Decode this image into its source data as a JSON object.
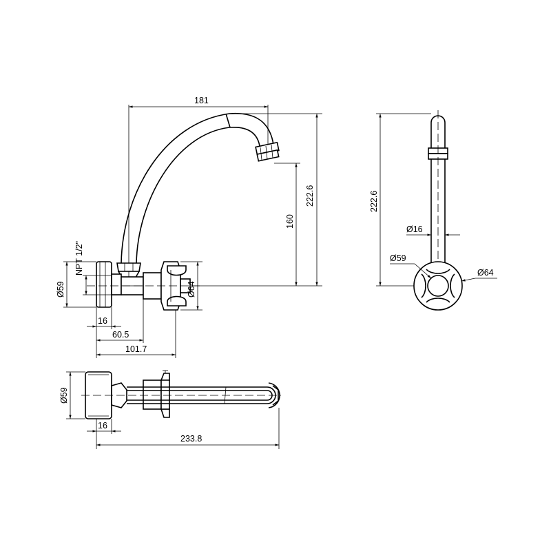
{
  "colors": {
    "ink": "#000000",
    "background": "#ffffff"
  },
  "front_view": {
    "width_181": "181",
    "height_222_6": "222.6",
    "height_160": "160",
    "thread": "NPT 1/2\"",
    "dia_59": "Ø59",
    "dia_64": "Ø64",
    "depth_16": "16",
    "depth_60_5": "60.5",
    "depth_101_7": "101.7"
  },
  "side_view": {
    "height_222_6": "222.6",
    "dia_16": "Ø16",
    "dia_59": "Ø59",
    "dia_64": "Ø64"
  },
  "top_view": {
    "dia_59": "Ø59",
    "depth_16": "16",
    "length_233_8": "233.8"
  }
}
